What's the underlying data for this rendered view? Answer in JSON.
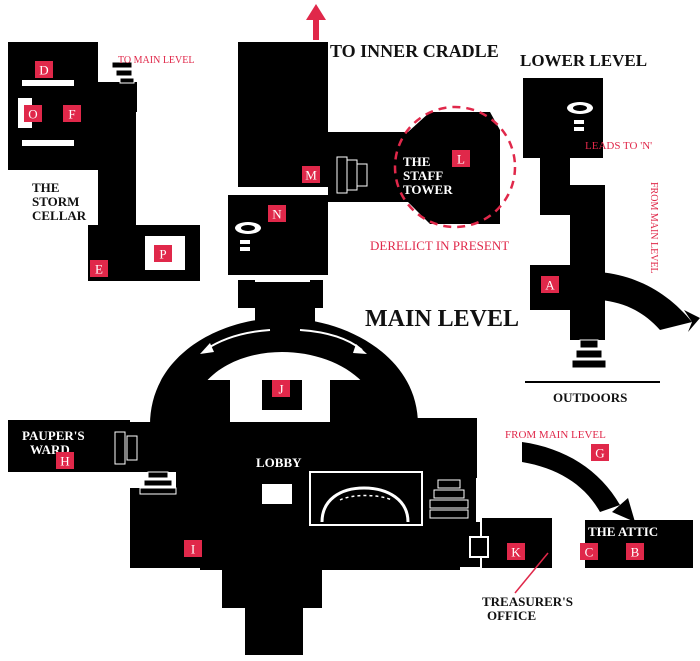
{
  "map": {
    "direction_label": "TO INNER CRADLE",
    "storm_cellar": {
      "line1": "THE",
      "line2": "STORM",
      "line3": "CELLAR",
      "note": "TO MAIN LEVEL"
    },
    "lower_level": {
      "title": "LOWER LEVEL",
      "leads_to": "LEADS TO 'N'",
      "from_main": "FROM MAIN LEVEL",
      "outdoors": "OUTDOORS"
    },
    "staff_tower": {
      "line1": "THE",
      "line2": "STAFF",
      "line3": "TOWER",
      "note": "DERELICT IN PRESENT"
    },
    "main_level": {
      "title": "MAIN LEVEL",
      "lobby": "LOBBY",
      "pauper_line1": "PAUPER'S",
      "pauper_line2": "WARD"
    },
    "attic": {
      "title": "THE ATTIC",
      "from_main": "FROM MAIN LEVEL"
    },
    "treasurer": {
      "line1": "TREASURER'S",
      "line2": "OFFICE"
    },
    "markers": {
      "A": "A",
      "B": "B",
      "C": "C",
      "D": "D",
      "E": "E",
      "F": "F",
      "G": "G",
      "H": "H",
      "I": "I",
      "J": "J",
      "K": "K",
      "L": "L",
      "M": "M",
      "N": "N",
      "O": "O",
      "P": "P"
    }
  },
  "colors": {
    "wall": "#000000",
    "accent": "#e0284a",
    "background": "#ffffff"
  },
  "icons": {
    "up_arrow": "arrow-up-icon",
    "stairs": "stairs-icon",
    "chandelier": "spiral-stair-icon"
  }
}
